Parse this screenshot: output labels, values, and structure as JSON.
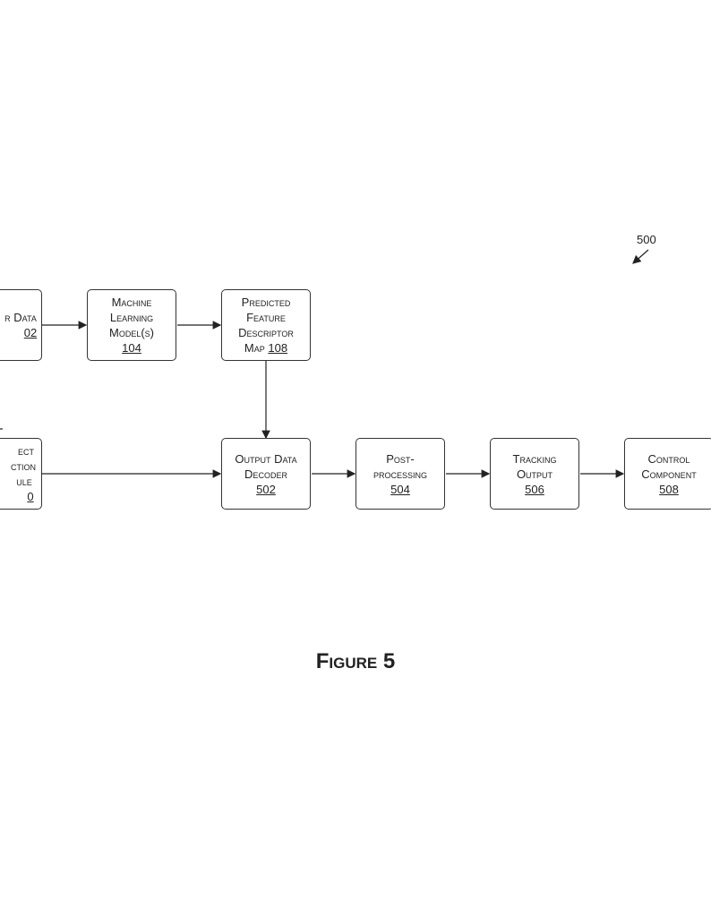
{
  "diagram_ref": "500",
  "figure_label": "Figure 5",
  "boxes": {
    "sensor_data": {
      "lines": [
        "r Data"
      ],
      "ref": "02"
    },
    "object_detection": {
      "lines": [
        "ect",
        "ction",
        "ule"
      ],
      "ref": "0"
    },
    "ml_model": {
      "lines": [
        "Machine",
        "Learning",
        "Model(s)"
      ],
      "ref": "104"
    },
    "predicted_map": {
      "lines": [
        "Predicted",
        "Feature",
        "Descriptor",
        "Map"
      ],
      "ref": "108"
    },
    "decoder": {
      "lines": [
        "Output Data",
        "Decoder"
      ],
      "ref": "502"
    },
    "post": {
      "lines": [
        "Post-",
        "processing"
      ],
      "ref": "504"
    },
    "tracking": {
      "lines": [
        "Tracking",
        "Output"
      ],
      "ref": "506"
    },
    "control": {
      "lines": [
        "Control",
        "Component"
      ],
      "ref": "508"
    }
  }
}
